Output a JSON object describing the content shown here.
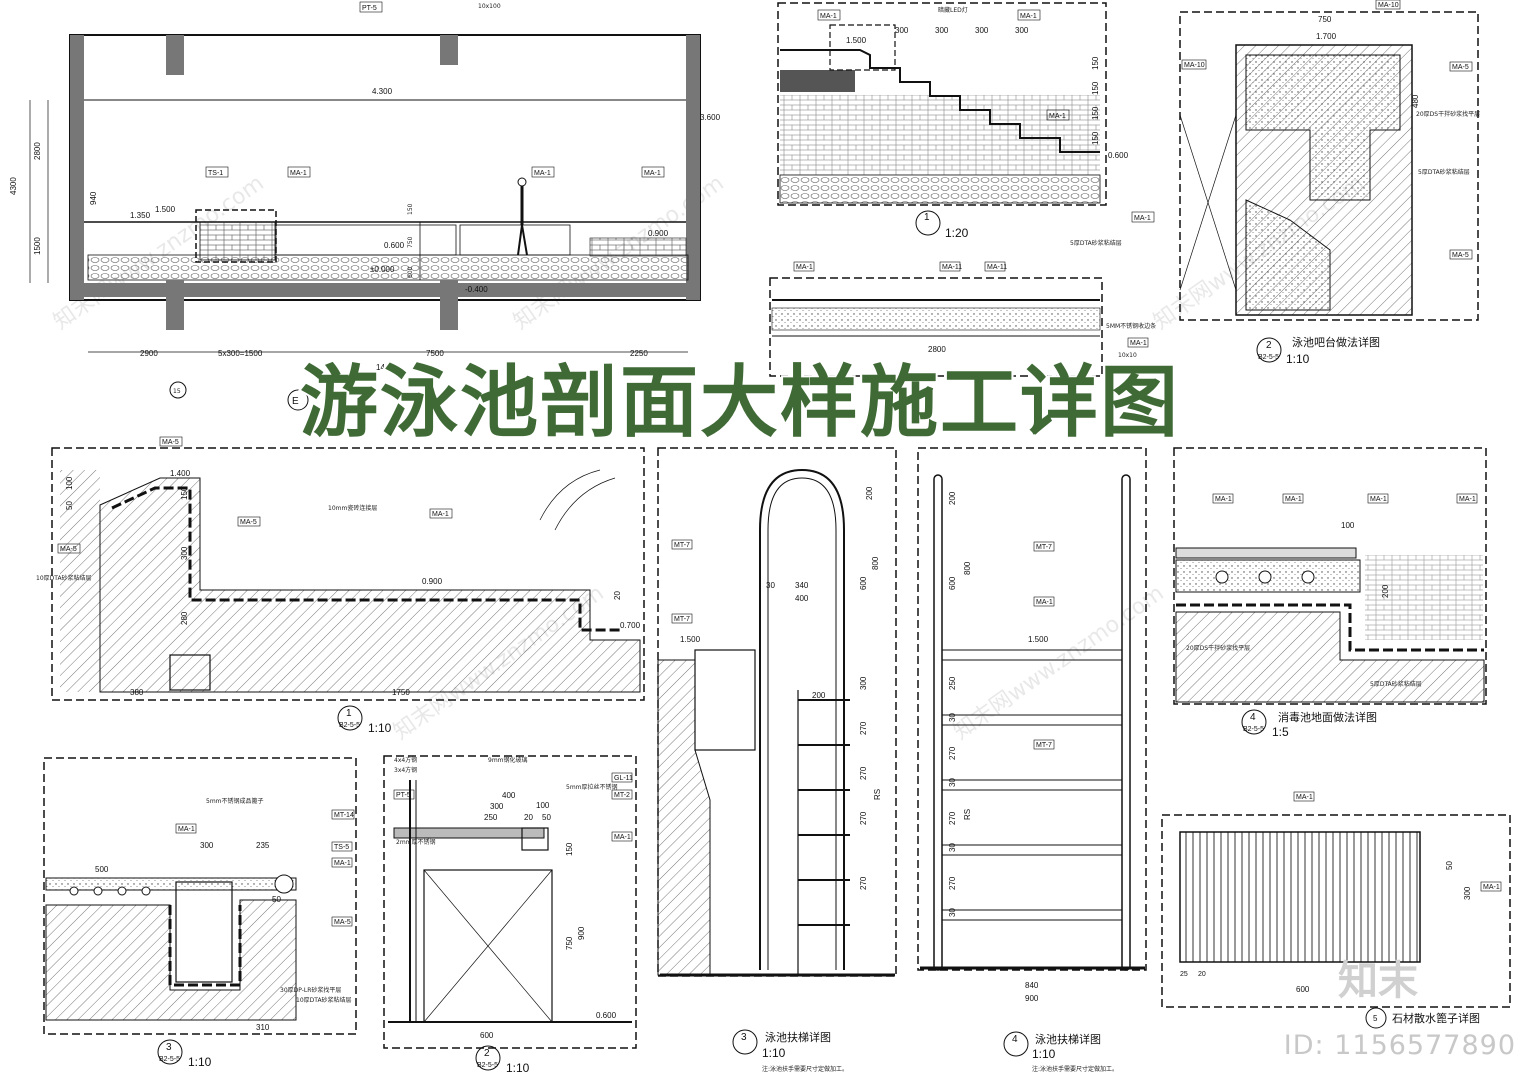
{
  "title": "游泳池剖面大样施工详图",
  "watermark": {
    "text": "知末网www.znzmo.com",
    "id_text": "ID: 1156577890",
    "logo": "知末"
  },
  "colors": {
    "title": "#3f6a35",
    "line": "#111111",
    "hatch": "#555555",
    "dashed_frame": "#111111"
  },
  "section_main": {
    "tags": [
      "PT-5",
      "MA-1",
      "TS-1",
      "MA-1",
      "MA-1"
    ],
    "levels": [
      "4.300",
      "3.600",
      "1.500",
      "1.350",
      "0.600",
      "0.900",
      "±0.000",
      "-0.400"
    ],
    "dims_left": [
      "4300",
      "2800",
      "1500",
      "940"
    ],
    "dims_bottom": [
      "2900",
      "5x300=1500",
      "7500",
      "2250",
      "14150"
    ],
    "mid_dims": [
      "150",
      "750",
      "600"
    ],
    "text_top": "10x100"
  },
  "detail_steps": {
    "tags": [
      "MA-1",
      "MA-1",
      "MA-1",
      "MA-1"
    ],
    "dims": [
      "300",
      "300",
      "300",
      "300",
      "150",
      "150",
      "150",
      "150"
    ],
    "levels": [
      "1.500",
      "0.600"
    ],
    "led": "暗藏LED灯",
    "scale": "1:20",
    "ref_number": "1",
    "labels": [
      "5厚DTA砂浆粘结层"
    ]
  },
  "detail_bar_top": {
    "tags": [
      "MA-10",
      "MA-5",
      "MA-5",
      "MA-10"
    ],
    "dims": [
      "750",
      "1.700",
      "480"
    ],
    "caption": "泳池吧台做法详图",
    "ref": "2",
    "sheet": "B2-5-5",
    "scale": "1:10",
    "notes": [
      "20厚DS干拌砂浆找平层",
      "5厚DTA砂浆粘结层"
    ]
  },
  "detail_strip": {
    "tags": [
      "MA-1",
      "MA-11",
      "MA-11",
      "MA-1"
    ],
    "dims": [
      "2800",
      "10x10"
    ],
    "notes": [
      "5MM不锈钢收边条"
    ]
  },
  "detail_edge_1": {
    "tags": [
      "MA-5",
      "MA-5",
      "MA-1",
      "MA-5"
    ],
    "dims": [
      "1.400",
      "150",
      "300",
      "280",
      "380",
      "1750",
      "50",
      "100",
      "20"
    ],
    "levels": [
      "0.900",
      "0.700"
    ],
    "ref": "1",
    "sheet": "B2-5-5",
    "scale": "1:10",
    "notes": [
      "10mm瓷砖连接层",
      "10厚DTA砂浆粘结层"
    ]
  },
  "detail_ladder_3": {
    "tags": [
      "MT-7",
      "MT-7"
    ],
    "dims": [
      "200",
      "800",
      "600",
      "340",
      "400",
      "300",
      "200",
      "30",
      "270",
      "270",
      "270",
      "270",
      "RS"
    ],
    "levels": [
      "1.500"
    ],
    "caption": "泳池扶梯详图",
    "ref": "3",
    "scale": "1:10",
    "note": "注:泳池扶手需要尺寸定做加工。"
  },
  "detail_ladder_4": {
    "tags": [
      "MT-7",
      "MA-1",
      "MT-7"
    ],
    "dims": [
      "200",
      "800",
      "600",
      "250",
      "30",
      "270",
      "30",
      "270",
      "30",
      "270",
      "30",
      "840",
      "900",
      "RS"
    ],
    "levels": [
      "1.500"
    ],
    "caption": "泳池扶梯详图",
    "ref": "4",
    "scale": "1:10",
    "note": "注:泳池扶手需要尺寸定做加工。"
  },
  "detail_disinfect": {
    "tags": [
      "MA-1",
      "MA-1",
      "MA-1",
      "MA-1"
    ],
    "dims": [
      "100",
      "200"
    ],
    "caption": "消毒池地面做法详图",
    "ref": "4",
    "sheet": "B2-5-5",
    "scale": "1:5",
    "notes": [
      "20厚DS干拌砂浆找平层",
      "5厚DTA砂浆粘结层"
    ]
  },
  "detail_grate": {
    "tags": [
      "MA-1",
      "MA-1"
    ],
    "dims": [
      "25",
      "20",
      "600",
      "50",
      "300"
    ],
    "caption": "石材散水篦子详图",
    "ref": "5"
  },
  "detail_gutter_3": {
    "tags": [
      "MT-14",
      "MA-1",
      "TS-5",
      "MA-1",
      "MA-5"
    ],
    "dims": [
      "500",
      "300",
      "235",
      "50",
      "310"
    ],
    "ref": "3",
    "sheet": "B2-5-5",
    "scale": "1:10",
    "notes": [
      "5mm不锈钢成品篦子",
      "30厚DP-LR砂浆找平层",
      "10厚DTA砂浆粘结层"
    ]
  },
  "detail_counter_2": {
    "tags": [
      "GL-11",
      "MT-2",
      "PT-5",
      "MA-1"
    ],
    "dims": [
      "400",
      "300",
      "250",
      "100",
      "20",
      "50",
      "150",
      "900",
      "750",
      "600"
    ],
    "levels": [
      "0.600"
    ],
    "ref": "2",
    "sheet": "B2-5-5",
    "scale": "1:10",
    "notes": [
      "9mm钢化玻璃",
      "5mm厚拉丝不锈钢",
      "2mm厚不锈钢",
      "4x4方钢",
      "3x4方钢"
    ]
  },
  "section_ref": {
    "letter": "E",
    "axis": "15"
  }
}
